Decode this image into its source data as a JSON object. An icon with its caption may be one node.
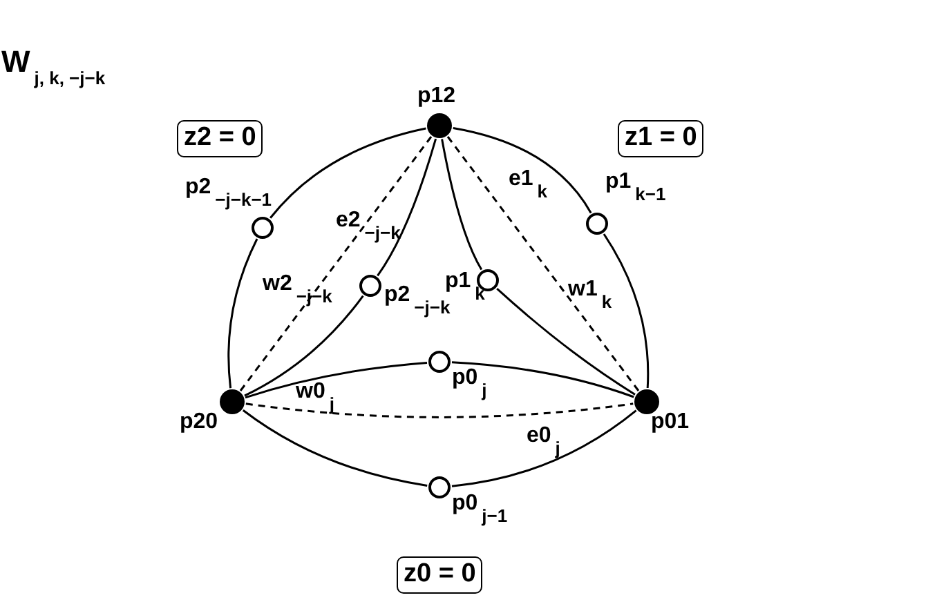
{
  "diagram": {
    "title": "W$_{j, k, −j−k}$",
    "nodes": [
      {
        "text": [
          "p12"
        ]
      },
      {
        "text": [
          "z2 = 0"
        ]
      },
      {
        "text": [
          "z1 = 0"
        ]
      },
      {
        "text": [
          "p2$_{−j−k−1}$"
        ]
      },
      {
        "text": [
          "p1$_{k−1}$"
        ]
      },
      {
        "text": [
          "p2$_{−j−k}$"
        ]
      },
      {
        "text": [
          "p1$_{k}$"
        ]
      },
      {
        "text": [
          "p0$_{j}$"
        ]
      },
      {
        "text": [
          "p20"
        ]
      },
      {
        "text": [
          "p01"
        ]
      },
      {
        "text": [
          "p0$_{j−1}$"
        ]
      },
      {
        "text": [
          "z0 = 0"
        ]
      }
    ],
    "edges": [
      {
        "from": 0,
        "to": 3,
        "arrow": "none"
      },
      {
        "from": 3,
        "to": 8,
        "arrow": "none"
      },
      {
        "from": 0,
        "to": 5,
        "arrow": "none"
      },
      {
        "from": 5,
        "to": 8,
        "arrow": "none"
      },
      {
        "from": 0,
        "to": 6,
        "arrow": "none"
      },
      {
        "from": 6,
        "to": 9,
        "arrow": "none"
      },
      {
        "from": 0,
        "to": 4,
        "arrow": "none"
      },
      {
        "from": 4,
        "to": 9,
        "arrow": "none"
      },
      {
        "from": 8,
        "to": 7,
        "arrow": "none"
      },
      {
        "from": 7,
        "to": 9,
        "arrow": "none"
      },
      {
        "from": 8,
        "to": 10,
        "arrow": "none"
      },
      {
        "from": 10,
        "to": 9,
        "arrow": "none"
      },
      {
        "from": 0,
        "to": 8,
        "arrow": "none",
        "style": "dashed"
      },
      {
        "from": 0,
        "to": 9,
        "arrow": "none",
        "style": "dashed"
      },
      {
        "from": 8,
        "to": 9,
        "arrow": "none",
        "style": "dashed"
      }
    ],
    "labels": [
      "e2$_{−j−k}$",
      "e1$_{k}$",
      "w2$_{−j−k}$",
      "w1$_{k}$",
      "w0$_{j}$",
      "e0$_{j}$"
    ]
  }
}
